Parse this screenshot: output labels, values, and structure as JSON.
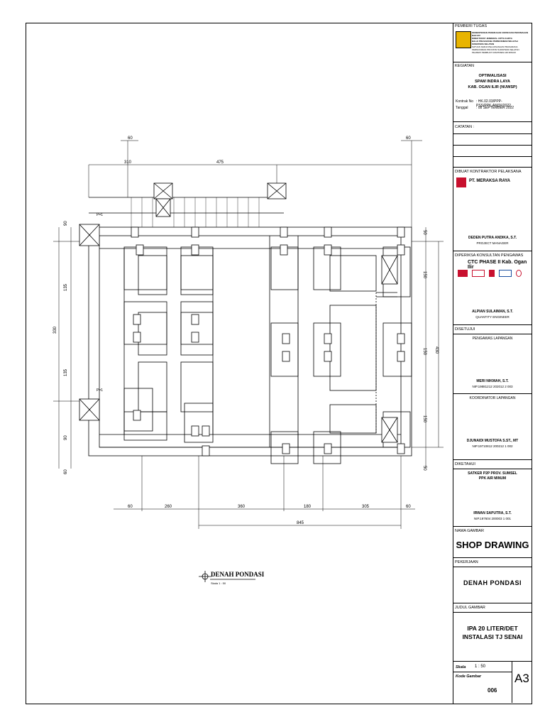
{
  "drawing": {
    "caption": "DENAH PONDASI",
    "caption_scale": "Skala 1 : 50",
    "pile_label": "P=1",
    "dims_top": [
      "60",
      "310",
      "475",
      "60"
    ],
    "dims_bottom": [
      "60",
      "260",
      "360",
      "180",
      "305",
      "60"
    ],
    "dim_total": "845",
    "dims_left": [
      "90",
      "135",
      "330",
      "135",
      "90",
      "60"
    ],
    "dims_right": [
      "50",
      "150",
      "150",
      "430",
      "150",
      "50"
    ]
  },
  "titleblock": {
    "pemberi_tugas": {
      "label": "PEMBERI TUGAS",
      "org_lines": [
        "KEMENTERIAN PEKERJAAN UMUM DAN PERUMAHAN RAKYAT",
        "DIREKTORAT JENDERAL CIPTA KARYA",
        "BALAI PRASARANA PERMUKIMAN WILAYAH SUMATERA SELATAN",
        "SATUAN KERJA PELAKSANAAN PRASARANA PERMUKIMAN PROVINSI SUMATERA SELATAN",
        "PEJABAT PEMBUAT KOMITMEN AIR MINUM"
      ]
    },
    "kegiatan": {
      "label": "KEGIATAN",
      "lines": [
        "OPTIMALISASI",
        "SPAM INDRA LAYA",
        "KAB. OGAN ILIR (NUWSP)"
      ],
      "kontrak_label": "Kontrak No",
      "kontrak_value": ": HK.02.03/PPP-PSS/PPK.AM/IX/2022",
      "tanggal_label": "Tanggal",
      "tanggal_value": ": 08 SEPTEMBER 2022"
    },
    "catatan_label": "CATATAN :",
    "kontraktor": {
      "label": "DIBUAT KONTRAKTOR PELAKSANA",
      "company": "PT. MERAKSA RAYA",
      "person": "DEDEN PUTRA ANDIKA, S.T.",
      "role": "PROJECT MANAGER"
    },
    "konsultan": {
      "label": "DIPERIKSA KONSULTAN PENGAWAS",
      "company": "CTC PHASE II Kab. Ogan Ilir",
      "person": "ALPIAN SULAIMAN, S.T.",
      "role": "QUANTITY ENGINEER"
    },
    "disetujui": {
      "label": "DISETUJUI",
      "pengawas_label": "PENGAWAS LAPANGAN",
      "pengawas_name": "MERI NIKMAH, S.T.",
      "pengawas_nip": "NIP.19881212 202012 2 003",
      "koordinator_label": "KOORDINATOR LAPANGAN",
      "koordinator_name": "DJUNAIDI MUSTOFA S.ST., MT",
      "koordinator_nip": "NIP.19710812 200212 1 002"
    },
    "diketahui": {
      "label": "DIKETAHUI",
      "org1": "SATKER P2P PROV. SUMSEL",
      "org2": "PPK AIR MINUM",
      "name": "IRWAN SAPUTRA, S.T.",
      "nip": "NIP.197604 200003 1 001"
    },
    "nama_gambar": {
      "label": "NAMA GAMBAR",
      "value": "SHOP DRAWING"
    },
    "pekerjaan": {
      "label": "PEKERJAAN",
      "value": "DENAH PONDASI"
    },
    "judul_gambar": {
      "label": "JUDUL GAMBAR",
      "line1": "IPA 20 LITER/DET",
      "line2": "INSTALASI TJ SENAI"
    },
    "skala": {
      "label": "Skala",
      "value": "1 : 50"
    },
    "kode_gambar": {
      "label": "Kode Gambar",
      "value": "006"
    },
    "paper": "A3",
    "colors": {
      "company_red": "#c8102e",
      "logo_yellow": "#e8b400"
    }
  }
}
